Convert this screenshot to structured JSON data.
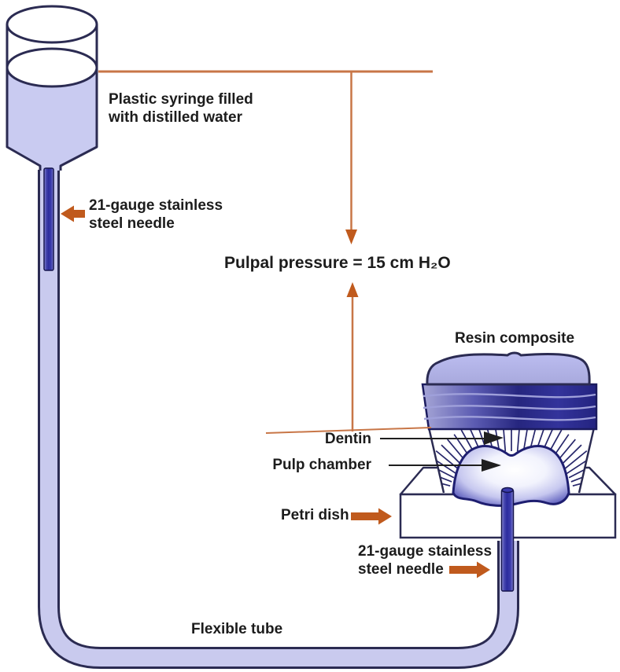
{
  "title": "Pulpal pressure experimental setup diagram",
  "labels": {
    "syringe": "Plastic syringe filled\nwith distilled water",
    "needle_top": "21-gauge stainless\nsteel needle",
    "pressure": "Pulpal pressure = 15 cm H₂O",
    "resin_composite": "Resin composite",
    "dentin": "Dentin",
    "pulp_chamber": "Pulp chamber",
    "petri_dish": "Petri dish",
    "needle_bottom": "21-gauge stainless\nsteel needle",
    "flexible_tube": "Flexible tube"
  },
  "values": {
    "pulpal_pressure": "15 cm H₂O",
    "needle_gauge": "21-gauge"
  },
  "colors": {
    "ink": "#2b2b52",
    "orange": "#c05a1d",
    "orange-line": "#c87647",
    "water": "#c9cbf1",
    "tube": "#c9caee",
    "needle": "#3434a8",
    "text": "#1c1c1c"
  }
}
